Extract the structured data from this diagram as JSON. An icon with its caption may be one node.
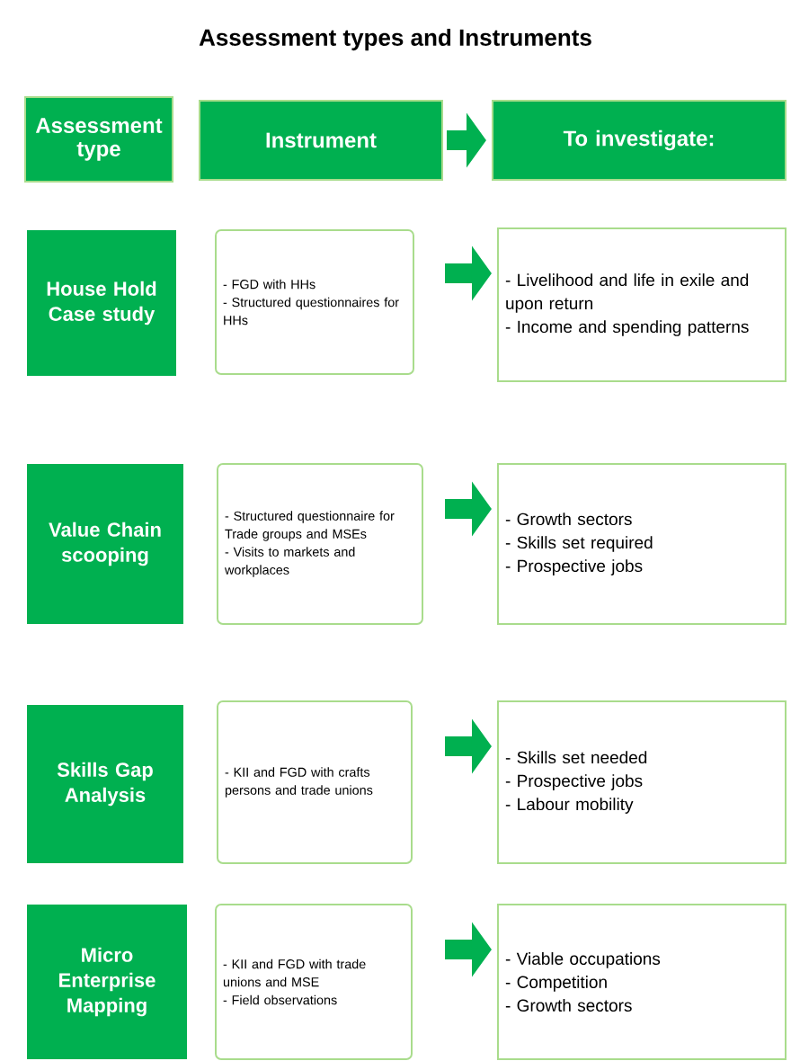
{
  "diagram": {
    "title": "Assessment types and Instruments",
    "nodes": [
      {
        "text": [
          "Assessment type"
        ]
      },
      {
        "text": [
          "Instrument"
        ]
      },
      {
        "text": [
          "To investigate:"
        ]
      },
      {
        "text": [
          "House Hold Case study"
        ]
      },
      {
        "text": [
          "- FGD with HHs",
          "- Structured questionnaires for HHs"
        ]
      },
      {
        "text": [
          "- Livelihood and life in exile and upon return",
          "- Income and spending patterns"
        ]
      },
      {
        "text": [
          "Value Chain scooping"
        ]
      },
      {
        "text": [
          "- Structured questionnaire for Trade groups and MSEs",
          "- Visits to markets and workplaces"
        ]
      },
      {
        "text": [
          "- Growth sectors",
          "- Skills set required",
          "- Prospective jobs"
        ]
      },
      {
        "text": [
          "Skills Gap Analysis"
        ]
      },
      {
        "text": [
          "- KII and FGD with crafts persons and trade unions"
        ]
      },
      {
        "text": [
          "- Skills set needed",
          "- Prospective jobs",
          "- Labour mobility"
        ]
      },
      {
        "text": [
          "Micro Enterprise Mapping"
        ]
      },
      {
        "text": [
          "- KII and FGD with trade unions and MSE",
          "- Field observations"
        ]
      },
      {
        "text": [
          "- Viable occupations",
          "- Competition",
          "- Growth sectors"
        ]
      }
    ],
    "edges": [
      {
        "from": 1,
        "to": 2,
        "arrow": "to"
      },
      {
        "from": 4,
        "to": 5,
        "arrow": "to"
      },
      {
        "from": 7,
        "to": 8,
        "arrow": "to"
      },
      {
        "from": 10,
        "to": 11,
        "arrow": "to"
      },
      {
        "from": 13,
        "to": 14,
        "arrow": "to"
      }
    ]
  }
}
